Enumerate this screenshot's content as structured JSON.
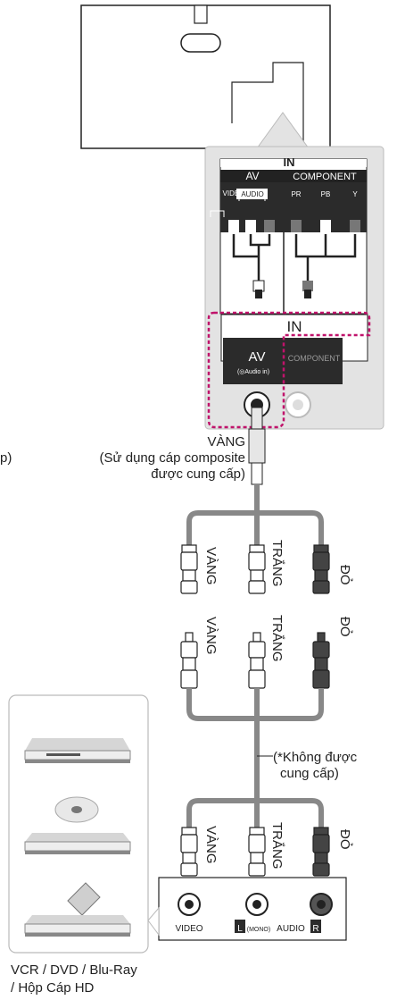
{
  "tv_panel": {
    "in_label": "IN",
    "av_label": "AV",
    "component_label": "COMPONENT",
    "video_label": "VIDEO",
    "audio_label": "AUDIO",
    "pr_label": "PR",
    "pb_label": "PB",
    "y_label": "Y",
    "in_label_2": "IN",
    "av_label_2": "AV",
    "audio_in_label": "(◎Audio in)",
    "component_label_2": "COMPONENT"
  },
  "cable": {
    "color_label": "VÀNG",
    "note": "(Sử dụng cáp composite",
    "note2": "được cung cấp)",
    "fragment": "p)"
  },
  "upper_plugs": {
    "yellow_1": "VÀNG",
    "yellow_2": "VÀNG",
    "white_1": "TRẮNG",
    "white_2": "TRẮNG",
    "red_1": "ĐỎ",
    "red_2": "ĐỎ"
  },
  "not_provided": {
    "line1": "(*Không được",
    "line2": "cung cấp)"
  },
  "lower_plugs": {
    "yellow": "VÀNG",
    "white": "TRẮNG",
    "red": "ĐỎ"
  },
  "device_panel": {
    "video": "VIDEO",
    "l": "L",
    "mono": "(MONO)",
    "audio": "AUDIO",
    "r": "R"
  },
  "device_caption": {
    "line1": "VCR / DVD / Blu-Ray",
    "line2": "/ Hộp Cáp HD"
  },
  "colors": {
    "yellow_plug": "#e6e6e6",
    "red_plug": "#444444",
    "highlight": "#c0136b",
    "panel": "#e3e3e3"
  }
}
